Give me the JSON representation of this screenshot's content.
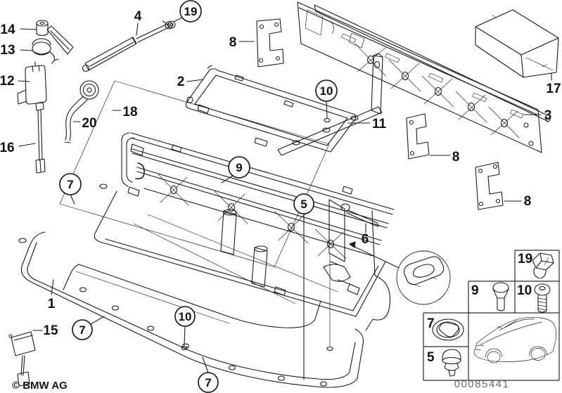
{
  "footer": {
    "copyright": "© BMW AG",
    "part_number": "00085441"
  },
  "labels": {
    "plain": [
      {
        "text": "14"
      },
      {
        "text": "13"
      },
      {
        "text": "12"
      },
      {
        "text": "16"
      },
      {
        "text": "4"
      },
      {
        "text": "20"
      },
      {
        "text": "2"
      },
      {
        "text": "18"
      },
      {
        "text": "8"
      },
      {
        "text": "11"
      },
      {
        "text": "3"
      },
      {
        "text": "17"
      },
      {
        "text": "8"
      },
      {
        "text": "8"
      },
      {
        "text": "6"
      },
      {
        "text": "1"
      },
      {
        "text": "15"
      }
    ],
    "circled": [
      {
        "text": "19"
      },
      {
        "text": "10"
      },
      {
        "text": "9"
      },
      {
        "text": "7"
      },
      {
        "text": "5"
      },
      {
        "text": "10"
      },
      {
        "text": "7"
      },
      {
        "text": "7"
      }
    ]
  },
  "inset": {
    "cells": [
      {
        "label": "19"
      },
      {
        "label": "9"
      },
      {
        "label": "10"
      },
      {
        "label": "7"
      },
      {
        "label": "5"
      }
    ]
  }
}
